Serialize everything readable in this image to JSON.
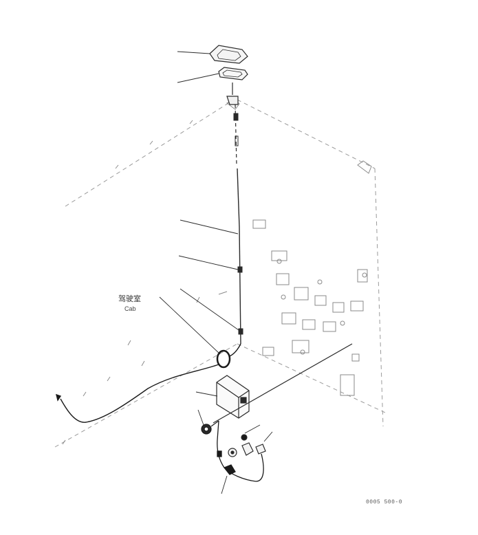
{
  "labels": {
    "cab_cn": "驾驶室",
    "cab_en": "Cab",
    "drawing_code": "0005 500-0"
  },
  "colors": {
    "line": "#2a2a2a",
    "faint": "#8a8a8a",
    "background": "#ffffff"
  }
}
